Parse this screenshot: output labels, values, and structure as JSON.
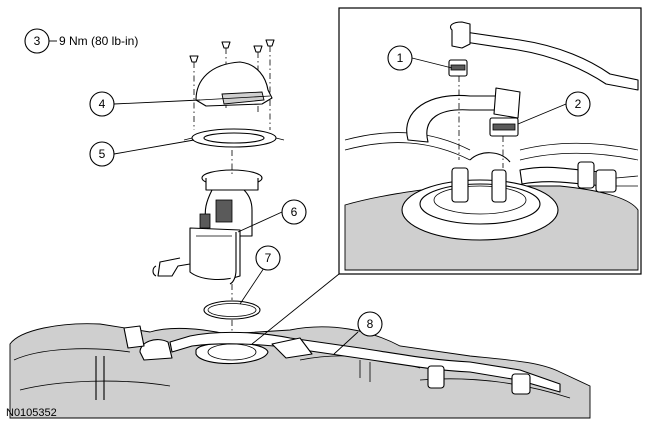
{
  "torque_spec": "9 Nm (80 lb-in)",
  "figure_id": "N0105352",
  "callouts": [
    {
      "number": "1"
    },
    {
      "number": "2"
    },
    {
      "number": "3"
    },
    {
      "number": "4"
    },
    {
      "number": "5"
    },
    {
      "number": "6"
    },
    {
      "number": "7"
    },
    {
      "number": "8"
    }
  ]
}
